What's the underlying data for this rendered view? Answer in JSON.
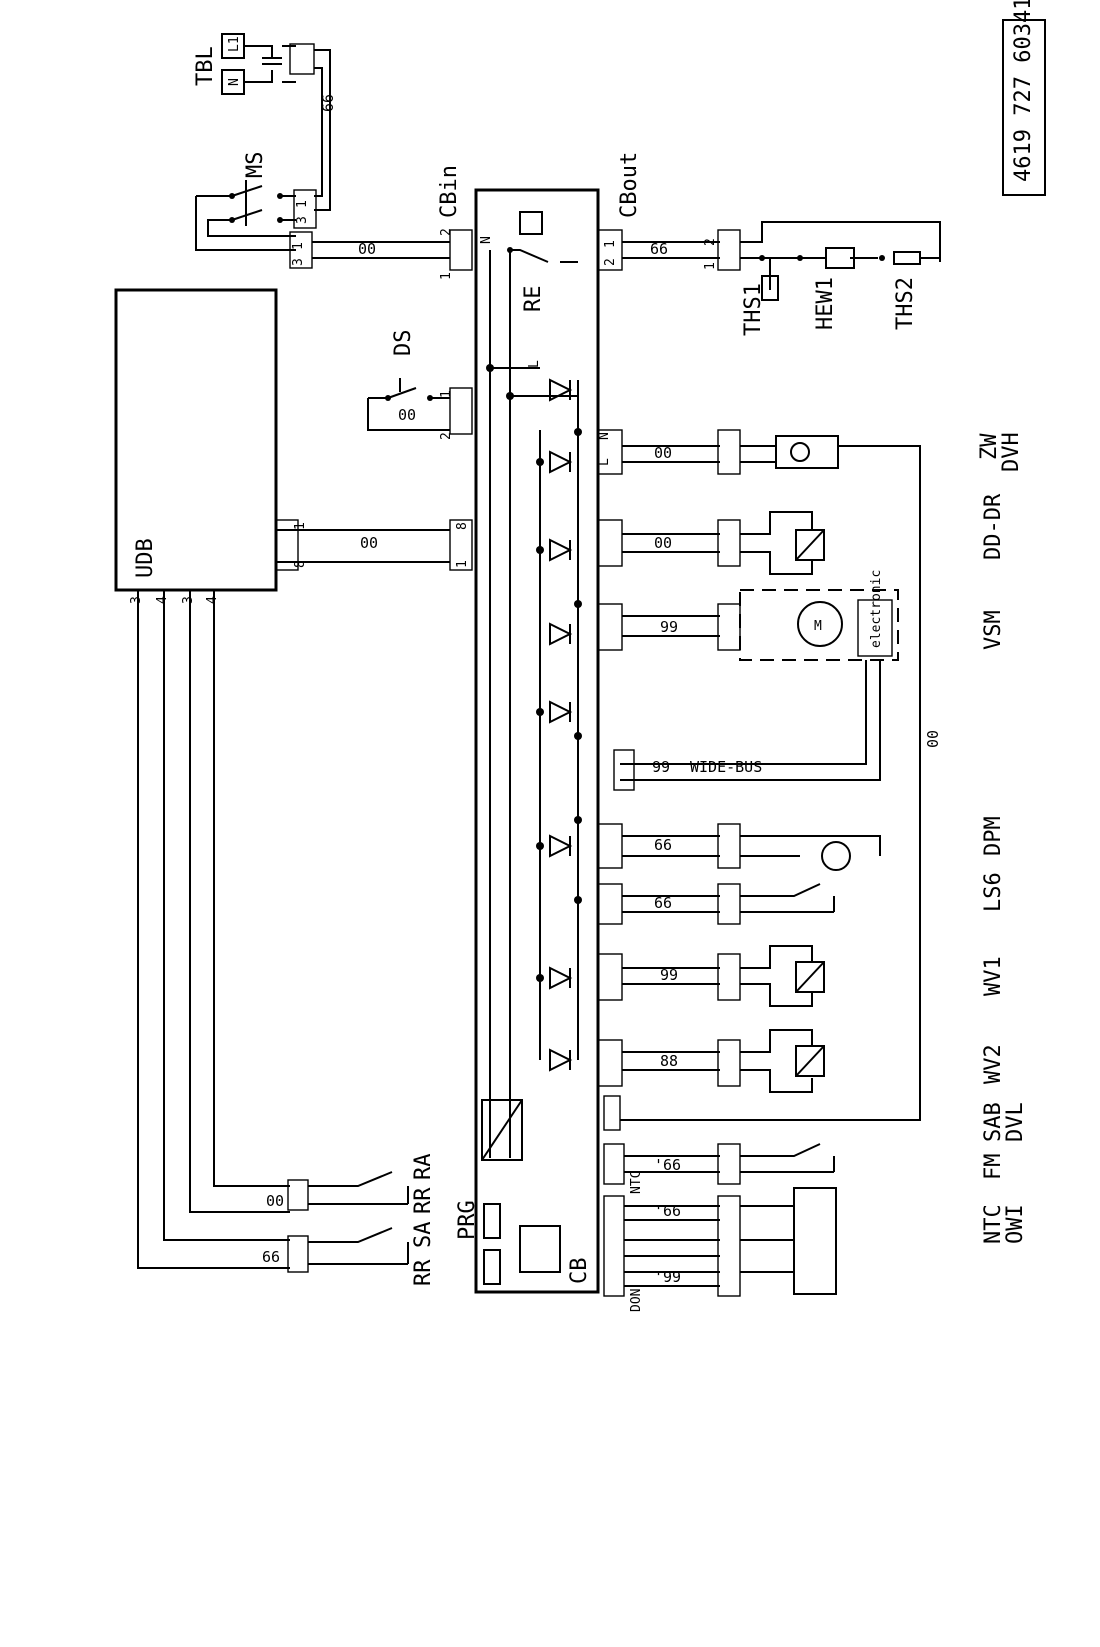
{
  "document_number": "4619 727 60341",
  "labels": {
    "tbl": "TBL",
    "l1": "L1",
    "n": "N",
    "ms": "MS",
    "ds": "DS",
    "udb": "UDB",
    "cbin": "CBin",
    "cbout": "CBout",
    "re": "RE",
    "cb": "CB",
    "prg": "PRG",
    "ths1": "THS1",
    "hew1": "HEW1",
    "ths2": "THS2",
    "zw": "ZW",
    "dvh": "DVH",
    "dddr": "DD-DR",
    "vsm": "VSM",
    "ls6": "LS6",
    "dpm": "DPM",
    "wv1": "WV1",
    "wv2": "WV2",
    "sab": "SAB",
    "dvl": "DVL",
    "fm": "FM",
    "ntc": "NTC",
    "owi": "OWI",
    "rr": "RR",
    "sa": "SA",
    "ra": "RA",
    "electronic": "electronic",
    "m": "M",
    "widebus": "WIDE-BUS",
    "don": "DON",
    "ntc_small": "NTC"
  },
  "codes": {
    "c66": "66",
    "c00": "00",
    "c99": "99",
    "c88": "88",
    "c66d": "'66",
    "c99d": "'99"
  },
  "pins": {
    "p1": "1",
    "p2": "2",
    "p3": "3",
    "p4": "4",
    "p6": "6",
    "p8": "8",
    "pN": "N",
    "pL": "L",
    "pNN": "N N"
  }
}
